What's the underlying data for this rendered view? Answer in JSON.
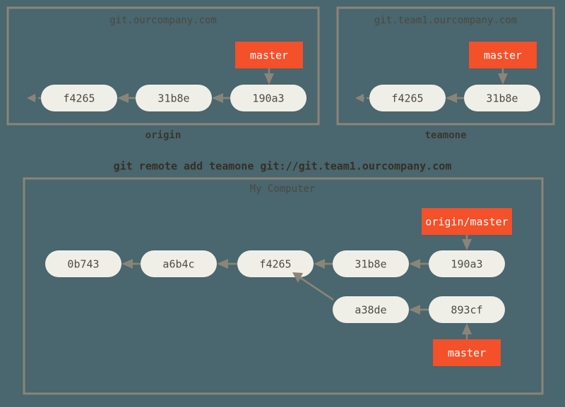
{
  "figure": {
    "background_color": "#4a666e",
    "panel_border_color": "#8a8578",
    "commit_fill_color": "#f0efe7",
    "commit_text_color": "#4c4c47",
    "ref_fill_color": "#f4502a",
    "ref_text_color": "#ffffff",
    "edge_color": "#8a8578",
    "label_text_color": "#4a3f32"
  },
  "command": {
    "text": "git remote add teamone git://git.team1.ourcompany.com"
  },
  "panels": [
    {
      "id": "origin",
      "title": "git.ourcompany.com",
      "caption": "origin",
      "commits": [
        {
          "sha": "f4265"
        },
        {
          "sha": "31b8e"
        },
        {
          "sha": "190a3"
        }
      ],
      "refs": [
        {
          "label": "master",
          "points_to": "190a3",
          "direction": "down"
        }
      ],
      "has_truncation_arrow": true
    },
    {
      "id": "teamone",
      "title": "git.team1.ourcompany.com",
      "caption": "teamone",
      "commits": [
        {
          "sha": "f4265"
        },
        {
          "sha": "31b8e"
        }
      ],
      "refs": [
        {
          "label": "master",
          "points_to": "31b8e",
          "direction": "down"
        }
      ],
      "has_truncation_arrow": true
    },
    {
      "id": "my-computer",
      "title": "My Computer",
      "caption": "",
      "commits": [
        {
          "sha": "0b743"
        },
        {
          "sha": "a6b4c"
        },
        {
          "sha": "f4265"
        },
        {
          "sha": "31b8e"
        },
        {
          "sha": "190a3"
        },
        {
          "sha": "a38de"
        },
        {
          "sha": "893cf"
        }
      ],
      "refs": [
        {
          "label": "origin/master",
          "points_to": "190a3",
          "direction": "down"
        },
        {
          "label": "master",
          "points_to": "893cf",
          "direction": "up"
        }
      ],
      "has_truncation_arrow": false
    }
  ],
  "nodes": {
    "o_f4265": "f4265",
    "o_31b8e": "31b8e",
    "o_190a3": "190a3",
    "o_master": "master",
    "t_f4265": "f4265",
    "t_31b8e": "31b8e",
    "t_master": "master",
    "m_0b743": "0b743",
    "m_a6b4c": "a6b4c",
    "m_f4265": "f4265",
    "m_31b8e": "31b8e",
    "m_190a3": "190a3",
    "m_a38de": "a38de",
    "m_893cf": "893cf",
    "m_origin_master": "origin/master",
    "m_master": "master"
  },
  "labels": {
    "origin_title": "git.ourcompany.com",
    "origin_caption": "origin",
    "teamone_title": "git.team1.ourcompany.com",
    "teamone_caption": "teamone",
    "mycomputer_title": "My Computer"
  }
}
